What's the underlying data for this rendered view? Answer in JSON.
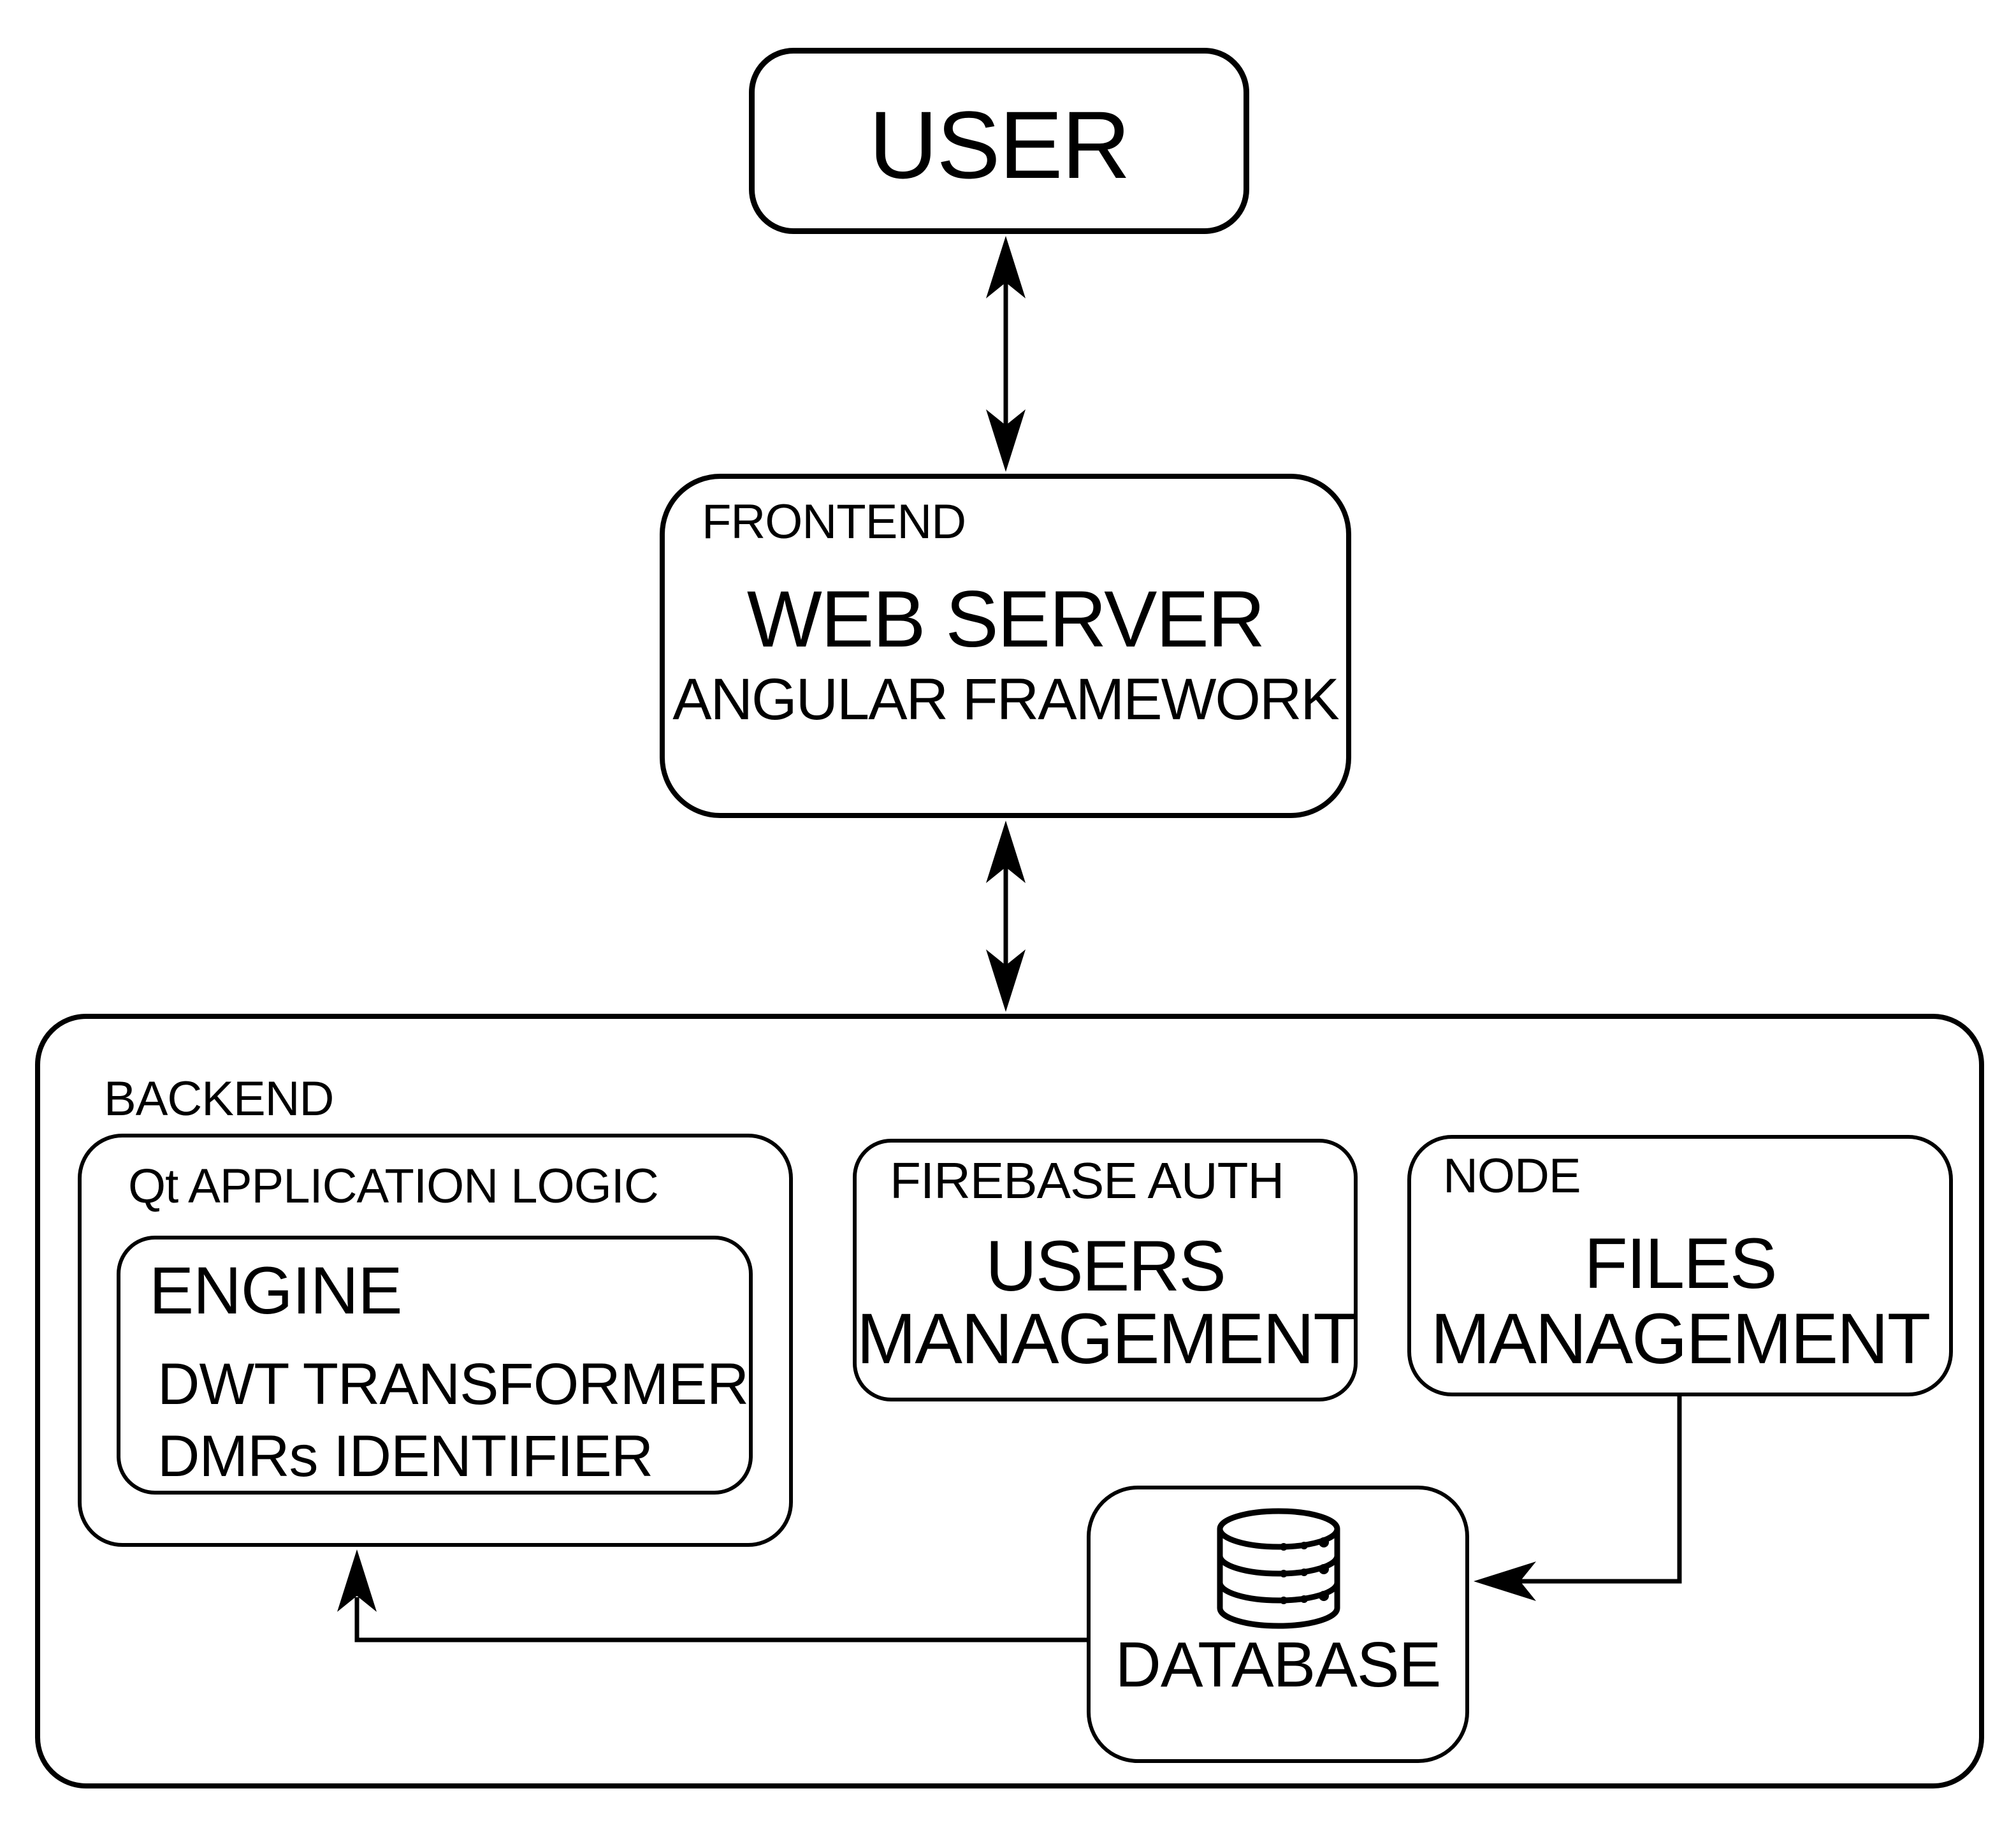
{
  "diagram": {
    "background_color": "#ffffff",
    "line_color": "#000000",
    "text_color": "#000000",
    "user_box": {
      "title": "USER"
    },
    "frontend_box": {
      "label": "FRONTEND",
      "title": "WEB SERVER",
      "subtitle": "ANGULAR FRAMEWORK"
    },
    "backend_box": {
      "label": "BACKEND"
    },
    "qt_box": {
      "label": "Qt APPLICATION LOGIC"
    },
    "engine_box": {
      "title": "ENGINE",
      "items": [
        "DWT TRANSFORMER",
        "DMRs IDENTIFIER"
      ]
    },
    "firebase_box": {
      "label": "FIREBASE AUTH",
      "title_line1": "USERS",
      "title_line2": "MANAGEMENT"
    },
    "node_box": {
      "label": "NODE",
      "title_line1": "FILES",
      "title_line2": "MANAGEMENT"
    },
    "database_box": {
      "title": "DATABASE",
      "icon": "database-cylinder-icon"
    },
    "connections": [
      {
        "from": "user-box",
        "to": "frontend-box",
        "type": "bidirectional"
      },
      {
        "from": "frontend-box",
        "to": "backend-box",
        "type": "bidirectional"
      },
      {
        "from": "node-box",
        "to": "database-box",
        "type": "directed"
      },
      {
        "from": "database-box",
        "to": "qt-application-logic-box",
        "type": "directed"
      }
    ]
  }
}
